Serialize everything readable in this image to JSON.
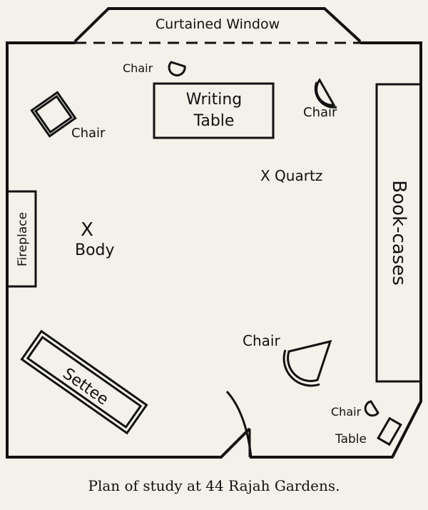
{
  "labels": {
    "window": "Curtained Window",
    "writing_table_line1": "Writing",
    "writing_table_line2": "Table",
    "chair": "Chair",
    "quartz": "X Quartz",
    "bookcases": "Book-cases",
    "fireplace": "Fireplace",
    "body_mark": "X",
    "body": "Body",
    "settee": "Settee",
    "table": "Table"
  },
  "caption": "Plan of study at 44 Rajah Gardens."
}
